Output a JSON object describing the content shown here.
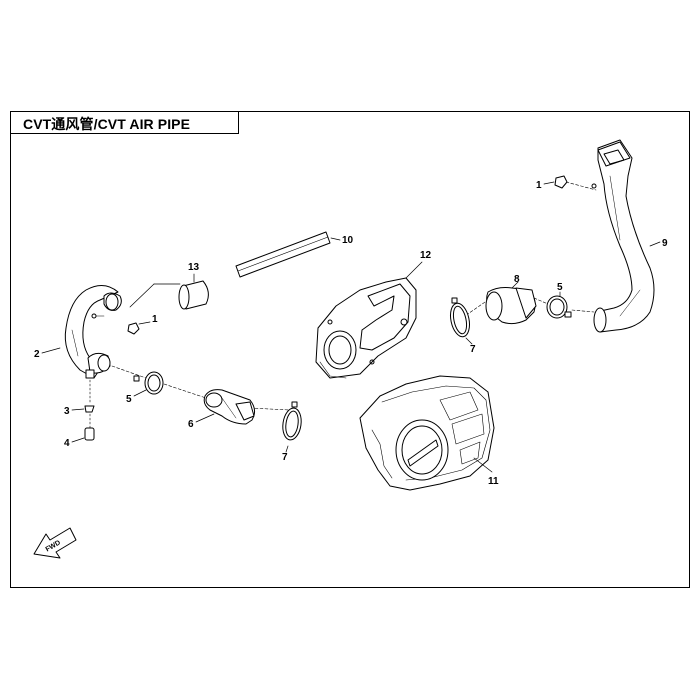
{
  "title": "CVT通风管/CVT AIR PIPE",
  "callouts": {
    "c1a": "1",
    "c1b": "1",
    "c2": "2",
    "c3": "3",
    "c4": "4",
    "c5a": "5",
    "c5b": "5",
    "c6": "6",
    "c7a": "7",
    "c7b": "7",
    "c8": "8",
    "c9": "9",
    "c10": "10",
    "c11": "11",
    "c12": "12",
    "c13": "13"
  },
  "fwd_label": "FWD"
}
